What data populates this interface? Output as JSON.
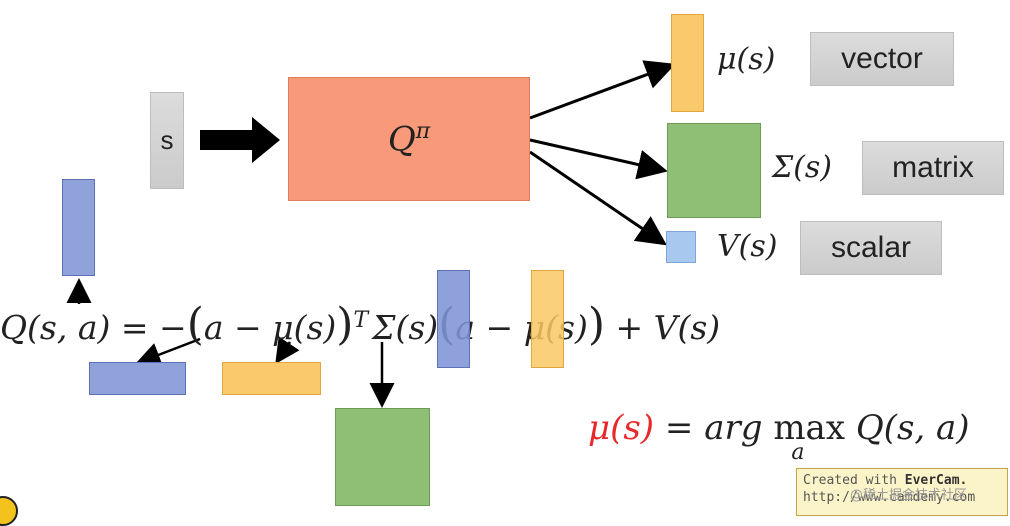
{
  "input": {
    "state_label": "s"
  },
  "network": {
    "label_base": "Q",
    "label_sup": "π"
  },
  "outputs": [
    {
      "math": "μ(s)",
      "type_label": "vector"
    },
    {
      "math": "Σ(s)",
      "type_label": "matrix"
    },
    {
      "math": "V(s)",
      "type_label": "scalar"
    }
  ],
  "equation": {
    "lhs": "Q(s, a) = −",
    "open1": "(",
    "term_a1": "a − μ(s)",
    "close1": ")",
    "sup_T": "T",
    "sigma": "Σ(s)",
    "open2": "(",
    "term_a2": "a",
    "minus": "−",
    "term_mu2": "μ(s)",
    "close2": ")",
    "tail": "+ V(s)"
  },
  "argmax": {
    "lhs": "μ(s)",
    "eq": "=",
    "arg": "arg",
    "max": "max",
    "sub": "a",
    "rhs": "Q(s, a)",
    "lhs_color": "#e8292b"
  },
  "watermark": {
    "line1_prefix": "Created with ",
    "line1_brand": "EverCam.",
    "line2": "http://www.camdemy.com",
    "overlay": "@稀土掘金技术社区"
  }
}
